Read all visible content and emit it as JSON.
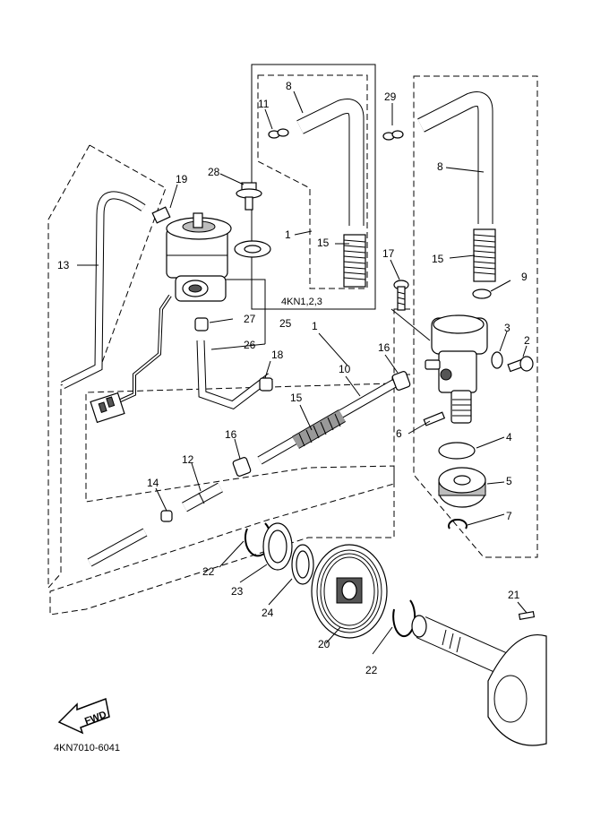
{
  "diagram": {
    "kit_label": "4KN1,2,3",
    "drawing_code": "4KN7010-6041",
    "fwd_label": "FWD",
    "callouts": {
      "c1a": "1",
      "c1b": "1",
      "c2": "2",
      "c3": "3",
      "c4": "4",
      "c5": "5",
      "c6": "6",
      "c7": "7",
      "c8a": "8",
      "c8b": "8",
      "c9": "9",
      "c10": "10",
      "c11": "11",
      "c12": "12",
      "c13": "13",
      "c14": "14",
      "c15a": "15",
      "c15b": "15",
      "c15c": "15",
      "c16a": "16",
      "c16b": "16",
      "c17": "17",
      "c18": "18",
      "c19": "19",
      "c20": "20",
      "c21": "21",
      "c22a": "22",
      "c22b": "22",
      "c23": "23",
      "c24": "24",
      "c25": "25",
      "c26": "26",
      "c27": "27",
      "c28": "28",
      "c29": "29"
    }
  }
}
